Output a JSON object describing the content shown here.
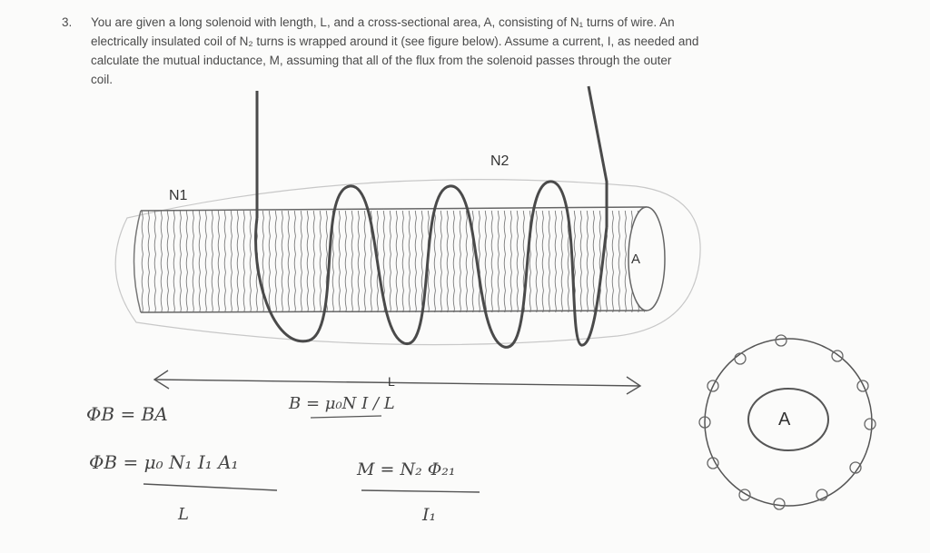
{
  "problem": {
    "number": "3.",
    "line1": "You are given a long solenoid with length, L, and a cross-sectional area, A, consisting of N₁ turns of wire.  An",
    "line2": "electrically insulated coil of N₂ turns is wrapped around it (see figure below).  Assume a current, I, as needed and",
    "line3": "calculate the mutual inductance, M, assuming that all of the flux from the solenoid passes through the outer",
    "line4": "coil."
  },
  "figure": {
    "n1_label": "N1",
    "n2_label": "N2",
    "area_label": "A",
    "length_label": "L",
    "cross_section_label": "A"
  },
  "handwriting": {
    "eq1": "ΦB = BA",
    "eq2": "B = μ₀N I / L",
    "eq3_top": "ΦB = μ₀ N₁ I₁ A₁",
    "eq3_bottom": "L",
    "eq4_top": "M = N₂ Φ₂₁",
    "eq4_bottom": "I₁"
  }
}
